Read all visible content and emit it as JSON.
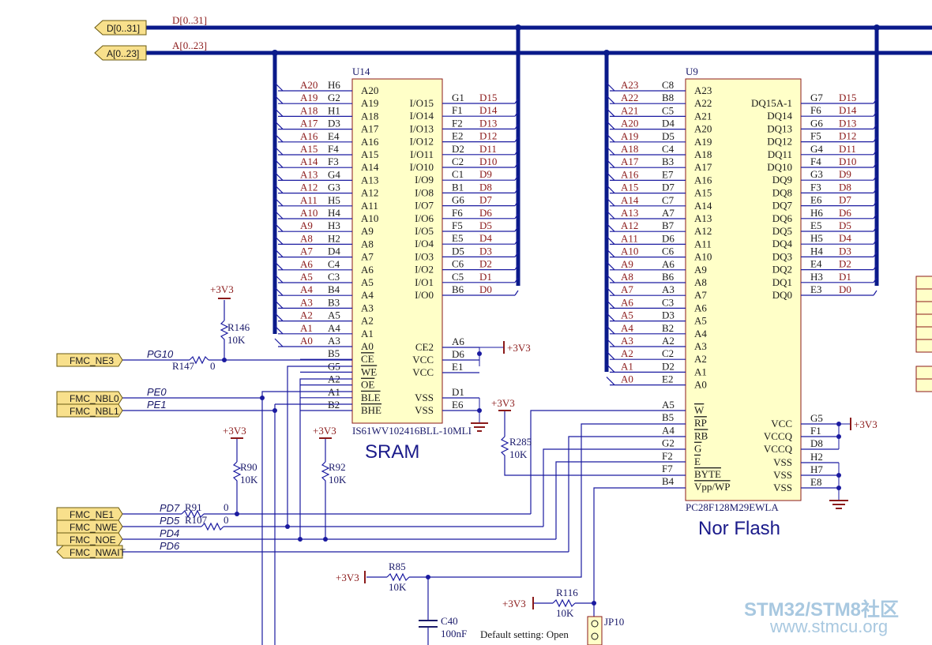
{
  "buses": {
    "data_port": "D[0..31]",
    "data_label": "D[0..31]",
    "addr_port": "A[0..23]",
    "addr_label": "A[0..23]"
  },
  "sram": {
    "designator": "U14",
    "part": "IS61WV102416BLL-10MLI",
    "title": "SRAM",
    "left_pins": [
      {
        "net": "A20",
        "num": "H6",
        "name": "A20"
      },
      {
        "net": "A19",
        "num": "G2",
        "name": "A19"
      },
      {
        "net": "A18",
        "num": "H1",
        "name": "A18"
      },
      {
        "net": "A17",
        "num": "D3",
        "name": "A17"
      },
      {
        "net": "A16",
        "num": "E4",
        "name": "A16"
      },
      {
        "net": "A15",
        "num": "F4",
        "name": "A15"
      },
      {
        "net": "A14",
        "num": "F3",
        "name": "A14"
      },
      {
        "net": "A13",
        "num": "G4",
        "name": "A13"
      },
      {
        "net": "A12",
        "num": "G3",
        "name": "A12"
      },
      {
        "net": "A11",
        "num": "H5",
        "name": "A11"
      },
      {
        "net": "A10",
        "num": "H4",
        "name": "A10"
      },
      {
        "net": "A9",
        "num": "H3",
        "name": "A9"
      },
      {
        "net": "A8",
        "num": "H2",
        "name": "A8"
      },
      {
        "net": "A7",
        "num": "D4",
        "name": "A7"
      },
      {
        "net": "A6",
        "num": "C4",
        "name": "A6"
      },
      {
        "net": "A5",
        "num": "C3",
        "name": "A5"
      },
      {
        "net": "A4",
        "num": "B4",
        "name": "A4"
      },
      {
        "net": "A3",
        "num": "B3",
        "name": "A3"
      },
      {
        "net": "A2",
        "num": "A5",
        "name": "A2"
      },
      {
        "net": "A1",
        "num": "A4",
        "name": "A1"
      },
      {
        "net": "A0",
        "num": "A3",
        "name": "A0"
      },
      {
        "net": "",
        "num": "B5",
        "name": "CE"
      },
      {
        "net": "",
        "num": "G5",
        "name": "WE"
      },
      {
        "net": "",
        "num": "A2",
        "name": "OE"
      },
      {
        "net": "",
        "num": "A1",
        "name": "BLE"
      },
      {
        "net": "",
        "num": "B2",
        "name": "BHE"
      }
    ],
    "right_pins": [
      {
        "name": "I/O15",
        "num": "G1",
        "net": "D15"
      },
      {
        "name": "I/O14",
        "num": "F1",
        "net": "D14"
      },
      {
        "name": "I/O13",
        "num": "F2",
        "net": "D13"
      },
      {
        "name": "I/O12",
        "num": "E2",
        "net": "D12"
      },
      {
        "name": "I/O11",
        "num": "D2",
        "net": "D11"
      },
      {
        "name": "I/O10",
        "num": "C2",
        "net": "D10"
      },
      {
        "name": "I/O9",
        "num": "C1",
        "net": "D9"
      },
      {
        "name": "I/O8",
        "num": "B1",
        "net": "D8"
      },
      {
        "name": "I/O7",
        "num": "G6",
        "net": "D7"
      },
      {
        "name": "I/O6",
        "num": "F6",
        "net": "D6"
      },
      {
        "name": "I/O5",
        "num": "F5",
        "net": "D5"
      },
      {
        "name": "I/O4",
        "num": "E5",
        "net": "D4"
      },
      {
        "name": "I/O3",
        "num": "D5",
        "net": "D3"
      },
      {
        "name": "I/O2",
        "num": "C6",
        "net": "D2"
      },
      {
        "name": "I/O1",
        "num": "C5",
        "net": "D1"
      },
      {
        "name": "I/O0",
        "num": "B6",
        "net": "D0"
      }
    ],
    "power_pins": [
      {
        "name": "CE2",
        "num": "A6"
      },
      {
        "name": "VCC",
        "num": "D6"
      },
      {
        "name": "VCC",
        "num": "E1"
      },
      {
        "name": "VSS",
        "num": "D1"
      },
      {
        "name": "VSS",
        "num": "E6"
      }
    ]
  },
  "nor": {
    "designator": "U9",
    "part": "PC28F128M29EWLA",
    "title": "Nor Flash",
    "left_pins": [
      {
        "net": "A23",
        "num": "C8",
        "name": "A23"
      },
      {
        "net": "A22",
        "num": "B8",
        "name": "A22"
      },
      {
        "net": "A21",
        "num": "C5",
        "name": "A21"
      },
      {
        "net": "A20",
        "num": "D4",
        "name": "A20"
      },
      {
        "net": "A19",
        "num": "D5",
        "name": "A19"
      },
      {
        "net": "A18",
        "num": "C4",
        "name": "A18"
      },
      {
        "net": "A17",
        "num": "B3",
        "name": "A17"
      },
      {
        "net": "A16",
        "num": "E7",
        "name": "A16"
      },
      {
        "net": "A15",
        "num": "D7",
        "name": "A15"
      },
      {
        "net": "A14",
        "num": "C7",
        "name": "A14"
      },
      {
        "net": "A13",
        "num": "A7",
        "name": "A13"
      },
      {
        "net": "A12",
        "num": "B7",
        "name": "A12"
      },
      {
        "net": "A11",
        "num": "D6",
        "name": "A11"
      },
      {
        "net": "A10",
        "num": "C6",
        "name": "A10"
      },
      {
        "net": "A9",
        "num": "A6",
        "name": "A9"
      },
      {
        "net": "A8",
        "num": "B6",
        "name": "A8"
      },
      {
        "net": "A7",
        "num": "A3",
        "name": "A7"
      },
      {
        "net": "A6",
        "num": "C3",
        "name": "A6"
      },
      {
        "net": "A5",
        "num": "D3",
        "name": "A5"
      },
      {
        "net": "A4",
        "num": "B2",
        "name": "A4"
      },
      {
        "net": "A3",
        "num": "A2",
        "name": "A3"
      },
      {
        "net": "A2",
        "num": "C2",
        "name": "A2"
      },
      {
        "net": "A1",
        "num": "D2",
        "name": "A1"
      },
      {
        "net": "A0",
        "num": "E2",
        "name": "A0"
      }
    ],
    "ctrl_pins": [
      {
        "num": "A5",
        "name": "W"
      },
      {
        "num": "B5",
        "name": "RP"
      },
      {
        "num": "A4",
        "name": "RB"
      },
      {
        "num": "G2",
        "name": "G"
      },
      {
        "num": "F2",
        "name": "E"
      },
      {
        "num": "F7",
        "name": "BYTE"
      },
      {
        "num": "B4",
        "name": "Vpp/WP"
      }
    ],
    "right_pins": [
      {
        "name": "DQ15A-1",
        "num": "G7",
        "net": "D15"
      },
      {
        "name": "DQ14",
        "num": "F6",
        "net": "D14"
      },
      {
        "name": "DQ13",
        "num": "G6",
        "net": "D13"
      },
      {
        "name": "DQ12",
        "num": "F5",
        "net": "D12"
      },
      {
        "name": "DQ11",
        "num": "G4",
        "net": "D11"
      },
      {
        "name": "DQ10",
        "num": "F4",
        "net": "D10"
      },
      {
        "name": "DQ9",
        "num": "G3",
        "net": "D9"
      },
      {
        "name": "DQ8",
        "num": "F3",
        "net": "D8"
      },
      {
        "name": "DQ7",
        "num": "E6",
        "net": "D7"
      },
      {
        "name": "DQ6",
        "num": "H6",
        "net": "D6"
      },
      {
        "name": "DQ5",
        "num": "E5",
        "net": "D5"
      },
      {
        "name": "DQ4",
        "num": "H5",
        "net": "D4"
      },
      {
        "name": "DQ3",
        "num": "H4",
        "net": "D3"
      },
      {
        "name": "DQ2",
        "num": "E4",
        "net": "D2"
      },
      {
        "name": "DQ1",
        "num": "H3",
        "net": "D1"
      },
      {
        "name": "DQ0",
        "num": "E3",
        "net": "D0"
      }
    ],
    "power_pins": [
      {
        "name": "VCC",
        "num": "G5"
      },
      {
        "name": "VCCQ",
        "num": "F1"
      },
      {
        "name": "VCCQ",
        "num": "D8"
      },
      {
        "name": "VSS",
        "num": "H2"
      },
      {
        "name": "VSS",
        "num": "H7"
      },
      {
        "name": "VSS",
        "num": "E8"
      }
    ]
  },
  "ports": {
    "ne3": "FMC_NE3",
    "nbl0": "FMC_NBL0",
    "nbl1": "FMC_NBL1",
    "ne1": "FMC_NE1",
    "nwe": "FMC_NWE",
    "noe": "FMC_NOE",
    "nwait": "FMC_NWAIT"
  },
  "pins": {
    "pg10": "PG10",
    "pe0": "PE0",
    "pe1": "PE1",
    "pd7": "PD7",
    "pd5": "PD5",
    "pd4": "PD4",
    "pd6": "PD6"
  },
  "resistors": {
    "r146": {
      "ref": "R146",
      "val": "10K"
    },
    "r147": {
      "ref": "R147",
      "val": "0"
    },
    "r90": {
      "ref": "R90",
      "val": "10K"
    },
    "r92": {
      "ref": "R92",
      "val": "10K"
    },
    "r285": {
      "ref": "R285",
      "val": "10K"
    },
    "r91": {
      "ref": "R91",
      "val": "0"
    },
    "r107": {
      "ref": "R107",
      "val": "0"
    },
    "r85": {
      "ref": "R85",
      "val": "10K"
    },
    "r116": {
      "ref": "R116",
      "val": "10K"
    }
  },
  "cap": {
    "ref": "C40",
    "val": "100nF"
  },
  "jumper": {
    "ref": "JP10",
    "note": "Default setting: Open"
  },
  "power": {
    "vcc": "+3V3"
  },
  "watermark": {
    "line1": "STM32/STM8社区",
    "line2": "www.stmcu.org"
  },
  "colors": {
    "wire": "#1a1aa0",
    "bus": "#0a1a8a",
    "chip": "#ffffc8",
    "port": "#f8e08c",
    "net": "#8b1a1a",
    "power": "#8b1a1a"
  }
}
